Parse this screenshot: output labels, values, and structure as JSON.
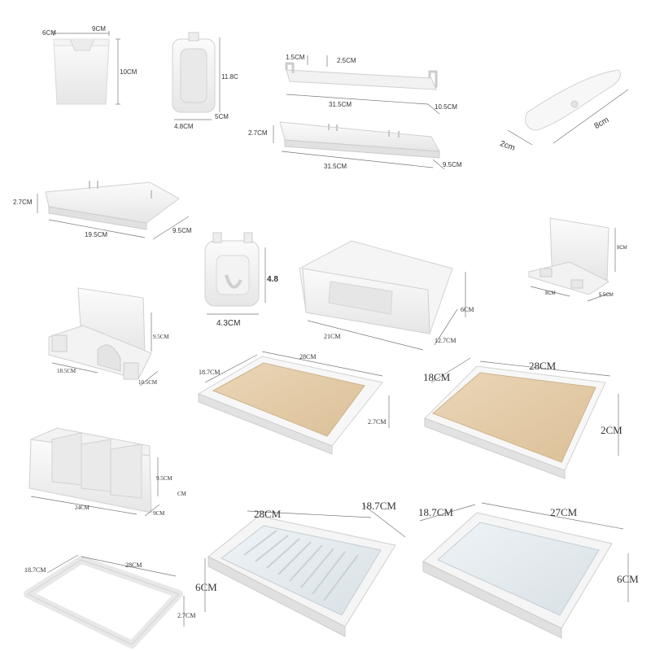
{
  "products": {
    "cup": {
      "w": "9CM",
      "d": "6CM",
      "h": "10CM"
    },
    "hook_holder": {
      "h": "11.8C",
      "w": "4.8CM",
      "d": "5CM"
    },
    "towel_rack": {
      "h1": "1.5CM",
      "h2": "2.5CM",
      "l": "31.5CM",
      "d": "10.5CM"
    },
    "long_shelf": {
      "h": "2.7CM",
      "l": "31.5CM",
      "d": "9.5CM"
    },
    "clip": {
      "l": "8cm",
      "w": "2cm"
    },
    "short_shelf": {
      "h": "2.7CM",
      "l": "19.5CM",
      "d": "9.5CM"
    },
    "wall_hook": {
      "h": "4.8",
      "w": "4.3CM"
    },
    "storage_box": {
      "l": "21CM",
      "d": "12.7CM",
      "h": "6CM"
    },
    "phone_stand_small": {
      "h": "9CM",
      "l": "8CM",
      "d": "5.5CM"
    },
    "phone_stand_large": {
      "h": "9.5CM",
      "l": "18.5CM",
      "d": "10.5CM"
    },
    "wood_tray_small": {
      "l": "28CM",
      "d": "18.7CM",
      "h": "2.7CM"
    },
    "wood_tray_large": {
      "l": "28CM",
      "d": "18CM",
      "h": "2CM"
    },
    "organizer": {
      "h": "9.5CM",
      "unit": "CM",
      "l": "24CM",
      "d": "9CM"
    },
    "drain_tray": {
      "l": "28CM",
      "d": "18.7CM",
      "h": "6CM"
    },
    "clear_tray": {
      "d": "18.7CM",
      "l": "27CM",
      "h": "6CM"
    },
    "frame": {
      "d": "18.7CM",
      "l": "28CM",
      "h": "2.7CM"
    }
  }
}
